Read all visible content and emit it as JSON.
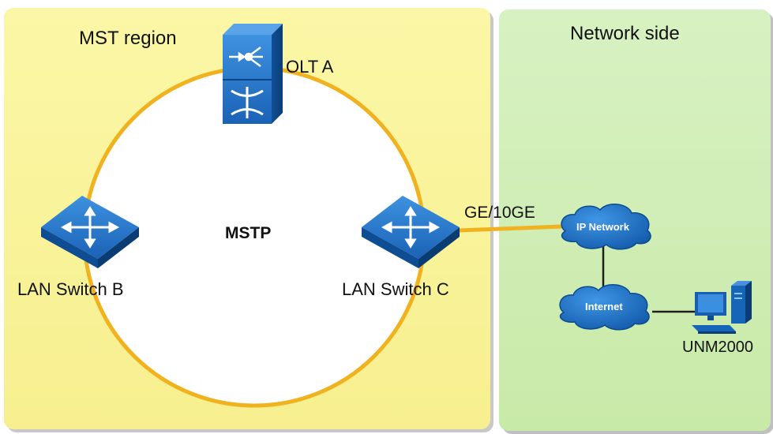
{
  "regions": {
    "mst": {
      "label": "MST region"
    },
    "network": {
      "label": "Network side"
    }
  },
  "ring": {
    "protocol": "MSTP"
  },
  "devices": {
    "olt": {
      "label": "OLT A"
    },
    "switch_b": {
      "label": "LAN Switch B"
    },
    "switch_c": {
      "label": "LAN Switch C"
    },
    "unm": {
      "label": "UNM2000"
    }
  },
  "links": {
    "uplink_label": "GE/10GE"
  },
  "clouds": {
    "ip_network": {
      "label": "IP Network"
    },
    "internet": {
      "label": "Internet"
    }
  },
  "colors": {
    "mst_region": "#fbf59a",
    "network_side": "#cfedb4",
    "ring": "#f0b21e",
    "device_blue": "#1565b8",
    "link_dark": "#1e1e1e"
  }
}
